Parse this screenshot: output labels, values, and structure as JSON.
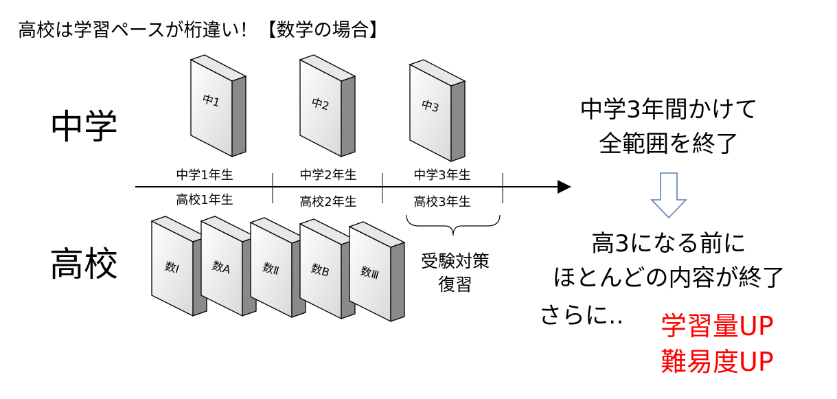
{
  "title": "高校は学習ペースが桁違い！【数学の場合】",
  "labels": {
    "junior_high": "中学",
    "high_school": "高校"
  },
  "jh_books": [
    "中1",
    "中2",
    "中3"
  ],
  "hs_books": [
    "数Ⅰ",
    "数A",
    "数Ⅱ",
    "数B",
    "数Ⅲ"
  ],
  "grades_jh": [
    "中学1年生",
    "中学2年生",
    "中学3年生"
  ],
  "grades_hs": [
    "高校1年生",
    "高校2年生",
    "高校3年生"
  ],
  "prep_note": {
    "line1": "受験対策",
    "line2": "復習"
  },
  "right_text": {
    "line1": "中学3年間かけて",
    "line2": "全範囲を終了",
    "line3": "高3になる前に",
    "line4": "ほとんどの内容が終了",
    "furthermore": "さらに‥"
  },
  "highlights": {
    "line1": "学習量UP",
    "line2": "難易度UP",
    "color": "#ff0000"
  }
}
